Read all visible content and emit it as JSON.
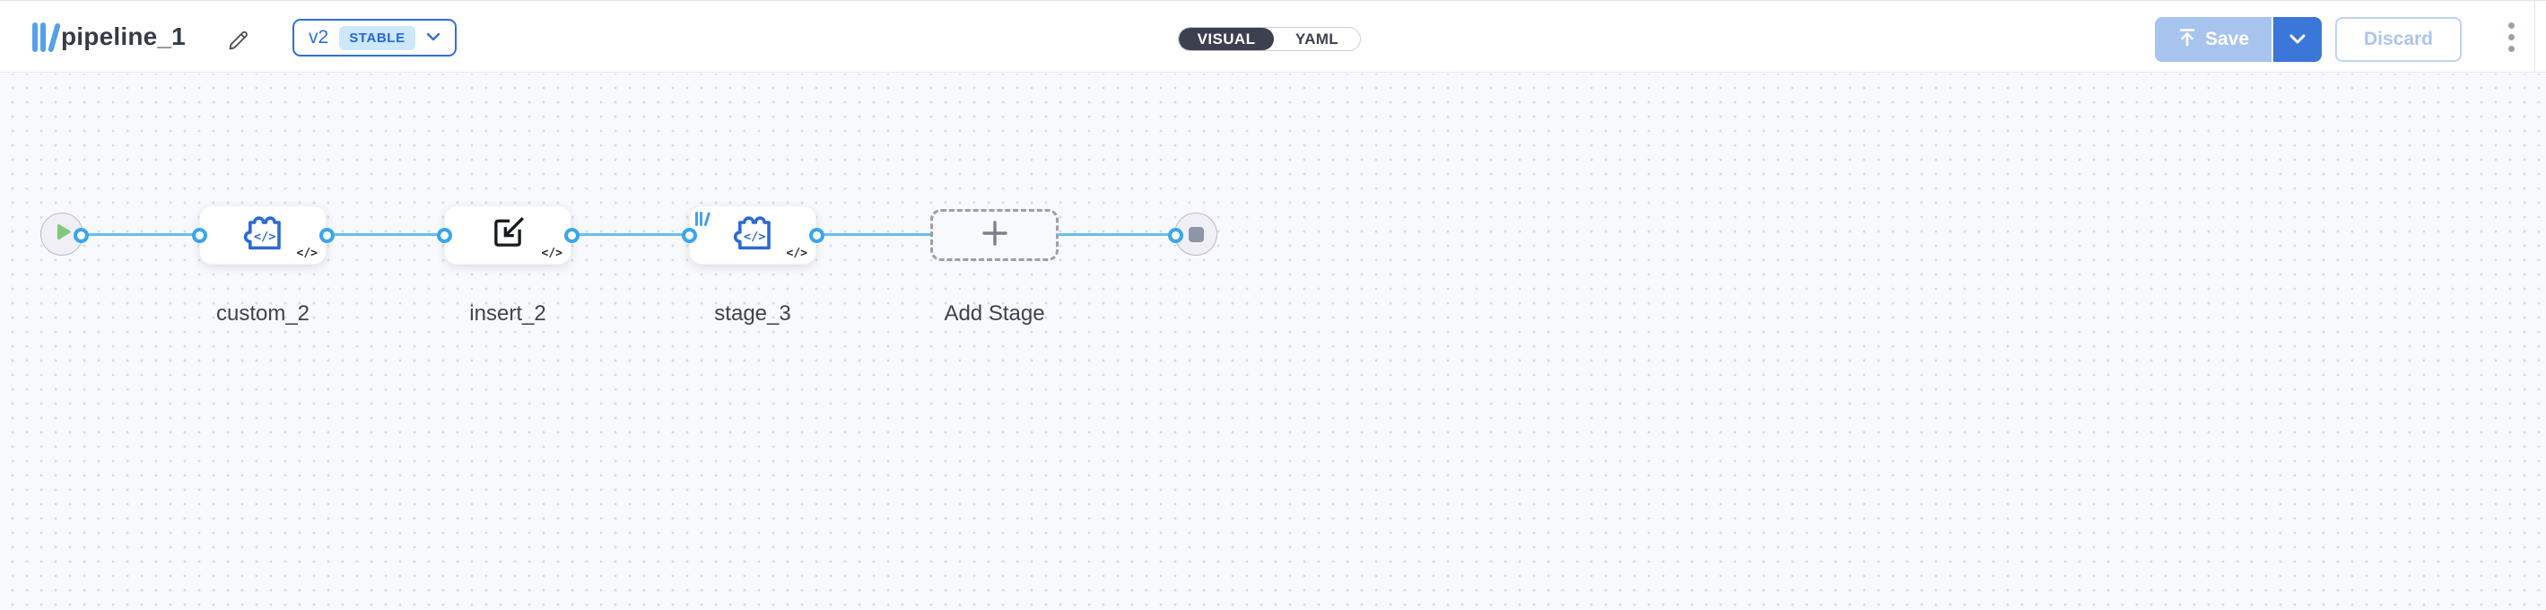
{
  "header": {
    "title": "pipeline_1",
    "version": {
      "label": "v2",
      "status_badge": "STABLE"
    },
    "view_toggle": {
      "visual": "VISUAL",
      "yaml": "YAML",
      "active": "VISUAL"
    },
    "save_label": "Save",
    "discard_label": "Discard"
  },
  "canvas": {
    "start": {
      "icon": "play-icon"
    },
    "end": {
      "icon": "stop-icon"
    },
    "nodes": [
      {
        "id": "custom_2",
        "label": "custom_2",
        "icon": "puzzle-code-icon",
        "code_badge": "</>"
      },
      {
        "id": "insert_2",
        "label": "insert_2",
        "icon": "insert-arrow-icon",
        "code_badge": "</>"
      },
      {
        "id": "stage_3",
        "label": "stage_3",
        "icon": "puzzle-code-icon",
        "code_badge": "</>",
        "corner_badge": "library-bars-icon"
      },
      {
        "id": "add_stage",
        "label": "Add Stage",
        "icon": "plus-icon"
      }
    ]
  },
  "icons": {
    "code_glyph": "</>"
  },
  "colors": {
    "accent-blue": "#2f6fd8",
    "logo-blue": "#55a1e8",
    "stable-bg": "#cde8fb",
    "stable-text": "#2468d8",
    "dark-toggle": "#3c404f",
    "save-disabled": "#a7c4ee",
    "save-dropdown": "#3b76d9",
    "discard-border": "#bed3f2",
    "discard-text": "#abc5ec",
    "canvas-bg": "#f8f9fc",
    "dot-color": "#d8dae3",
    "line-blue": "#68bef2",
    "ring-blue": "#39a6ec",
    "green-play": "#7fc97a",
    "gray-stop": "#8f94a8",
    "terminal-bg": "#efeff5",
    "terminal-border": "#b9bbca",
    "dash-border": "#9aa0ab",
    "plus-color": "#7a808d",
    "node-icon-blue": "#2d6ad1",
    "node-icon-dark": "#181b21",
    "title-color": "#363b46",
    "label-color": "#3f434e"
  }
}
